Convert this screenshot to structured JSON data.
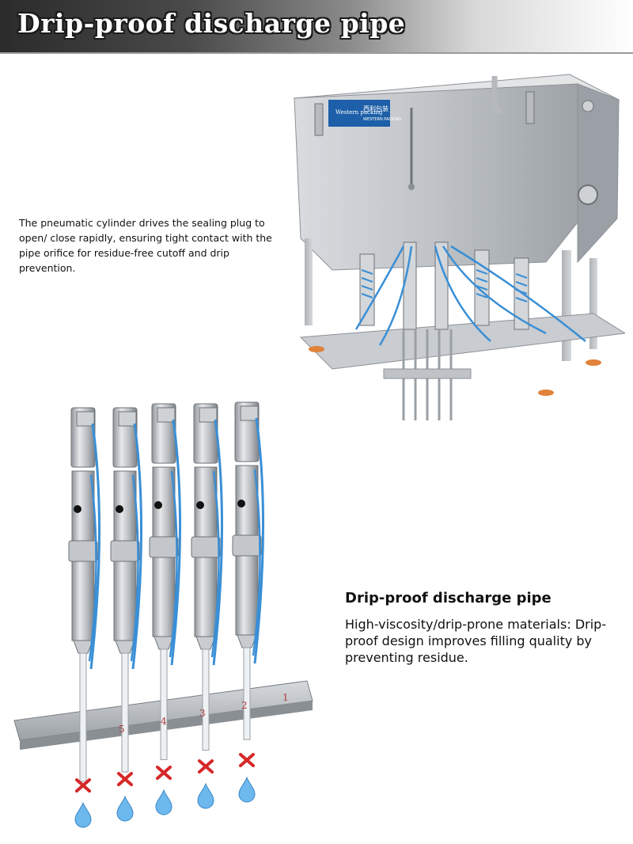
{
  "header": {
    "title": "Drip-proof discharge pipe"
  },
  "top_section": {
    "description": "The pneumatic cylinder drives the sealing plug to open/ close rapidly, ensuring tight contact with the pipe orifice for residue-free cutoff and drip prevention.",
    "machine_image": {
      "label_plate_cn": "西利包装",
      "label_plate_en_1": "Western packing",
      "label_plate_en_2": "WESTERN PACKING"
    }
  },
  "bottom_section": {
    "feature_title": "Drip-proof discharge pipe",
    "feature_description": "High-viscosity/drip-prone materials: Drip-proof design improves filling quality by preventing residue.",
    "rail_numbers": [
      "5",
      "4",
      "3",
      "2",
      "1"
    ]
  },
  "colors": {
    "steel": "#c8ccd0",
    "tube_blue": "#3a8fd6",
    "cross_red": "#d62828",
    "drop_blue": "#6db8ec"
  }
}
